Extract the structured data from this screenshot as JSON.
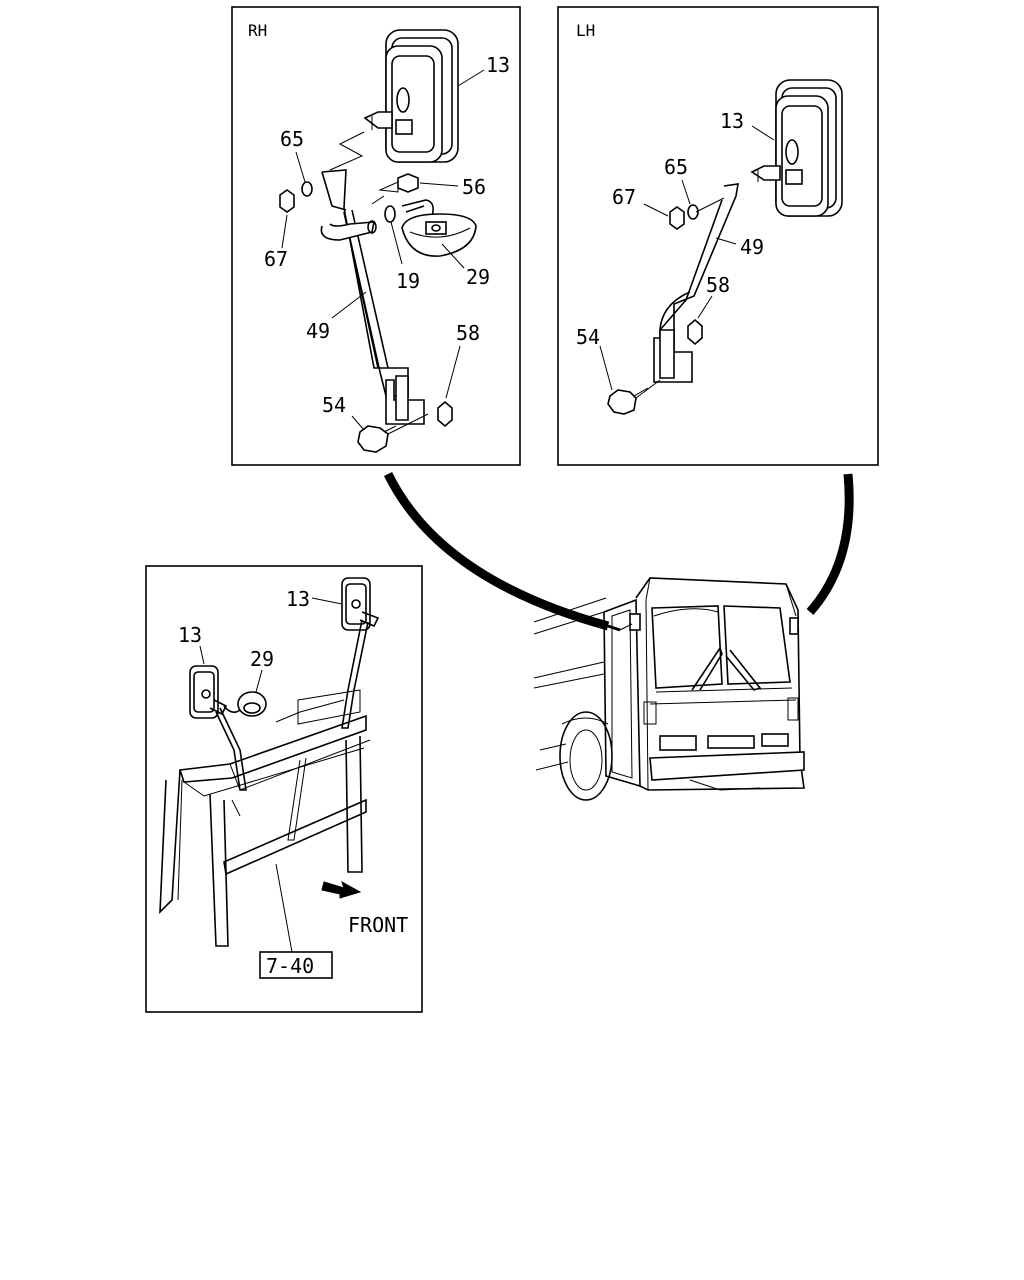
{
  "panels": {
    "rh": {
      "title": "RH",
      "labels": {
        "mirror": "13",
        "washer": "65",
        "screw56": "56",
        "nut67": "67",
        "ring19": "19",
        "lamp29": "29",
        "stay49": "49",
        "nut58": "58",
        "bolt54": "54"
      }
    },
    "lh": {
      "title": "LH",
      "labels": {
        "mirror": "13",
        "washer": "65",
        "nut67": "67",
        "stay49": "49",
        "nut58": "58",
        "bolt54": "54"
      }
    },
    "overview": {
      "labels": {
        "mirror_upper": "13",
        "mirror_lower": "13",
        "lamp": "29"
      },
      "front_text": "FRONT",
      "ref_box": "7-40"
    }
  },
  "colors": {
    "line": "#000000",
    "background": "#ffffff"
  }
}
